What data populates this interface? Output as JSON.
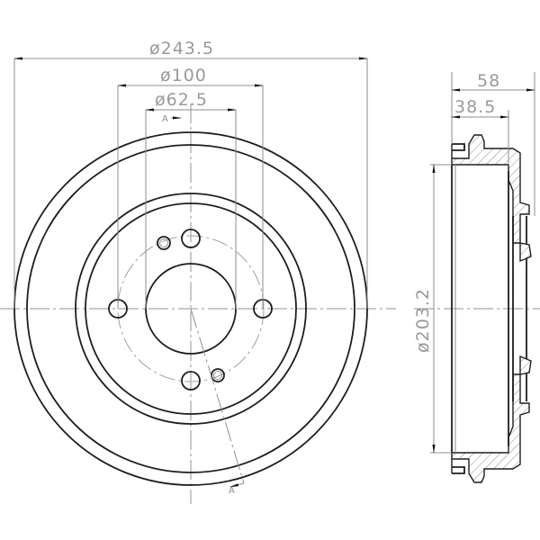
{
  "drawing": {
    "title": "Brake drum technical drawing",
    "front_view": {
      "dimensions": {
        "outer_diameter": "ø243.5",
        "bolt_circle_diameter": "ø100",
        "center_bore_diameter": "ø62.5"
      },
      "section_marker_top": "A",
      "section_marker_bottom": "A",
      "bolt_holes": 4,
      "locating_holes": 2
    },
    "side_view": {
      "dimensions": {
        "overall_height": "58",
        "flange_height": "38.5",
        "braking_diameter": "ø203.2"
      }
    },
    "colors": {
      "line": "#1e1e1e",
      "dimension": "#8c8c8c",
      "text": "#9a9a9a",
      "background": "#ffffff"
    }
  }
}
